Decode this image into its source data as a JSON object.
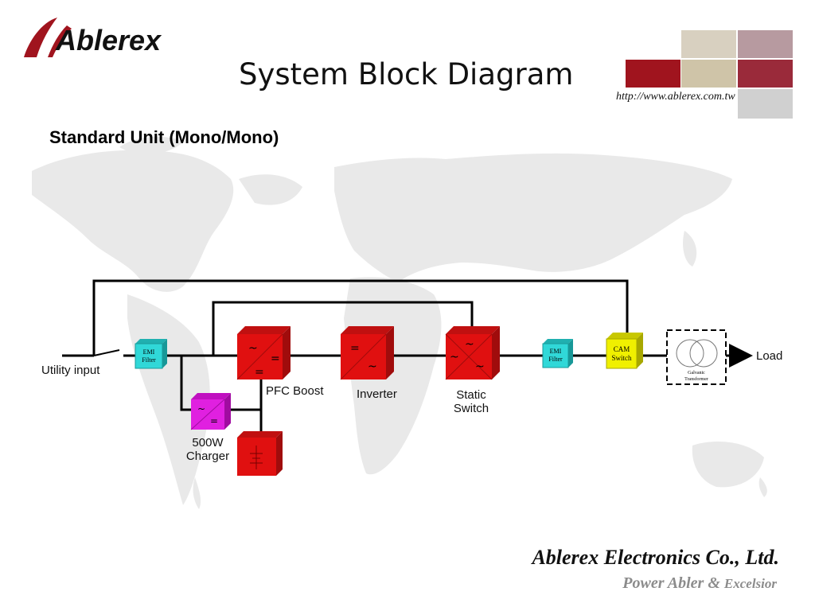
{
  "header": {
    "logo_text": "Ablerex",
    "title": "System Block Diagram",
    "url": "http://www.ablerex.com.tw"
  },
  "subtitle": "Standard Unit (Mono/Mono)",
  "diagram": {
    "utility_input": "Utility input",
    "emi_filter_text": "EMI Filter",
    "pfc_boost": "PFC Boost",
    "inverter": "Inverter",
    "static_switch": "Static Switch",
    "charger": "500W Charger",
    "cam_switch_text": "CAM Switch",
    "galvanic_transformer": "Galvanic Transformer",
    "load": "Load",
    "colors": {
      "red_block": "#e01010",
      "cyan_block": "#30d8d8",
      "magenta_block": "#e020e0",
      "yellow_block": "#f0f000"
    }
  },
  "footer": {
    "company": "Ablerex Electronics Co., Ltd.",
    "slogan_main": "Power Abler",
    "slogan_amp": "&",
    "slogan_end": "Excelsior"
  },
  "decor": {
    "brand_colors": [
      "#a0141e",
      "#b79aa0",
      "#c8c8c8"
    ]
  }
}
